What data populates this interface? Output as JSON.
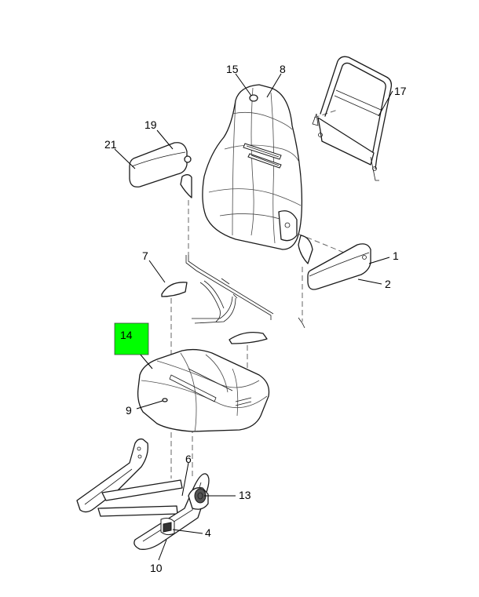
{
  "highlight": {
    "color": "#00ff00"
  },
  "callouts": {
    "c1": "1",
    "c2": "2",
    "c4": "4",
    "c6": "6",
    "c7": "7",
    "c8": "8",
    "c9": "9",
    "c10": "10",
    "c13": "13",
    "c14": "14",
    "c15": "15",
    "c17": "17",
    "c19": "19",
    "c21": "21"
  }
}
